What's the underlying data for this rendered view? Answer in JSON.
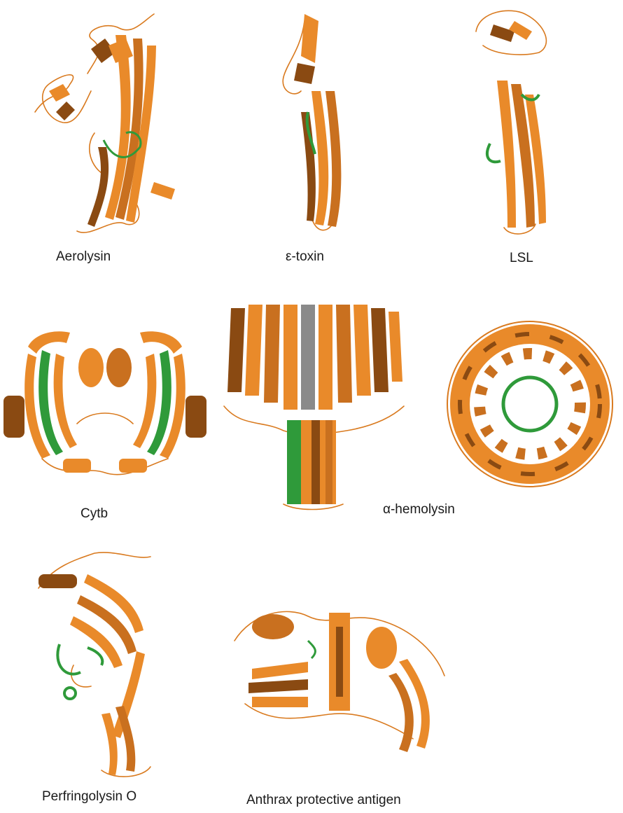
{
  "colors": {
    "strand": "#e98a2a",
    "strand_dark": "#8a4a12",
    "strand_light": "#f3b068",
    "green": "#2f9a3a",
    "grey": "#8a8a8a",
    "loop": "#d97a1f"
  },
  "structures": [
    {
      "name": "Aerolysin"
    },
    {
      "name": "ε-toxin"
    },
    {
      "name": "LSL"
    },
    {
      "name": "Cytb"
    },
    {
      "name": "α-hemolysin"
    },
    {
      "name": "Perfringolysin O"
    },
    {
      "name": "Anthrax protective antigen"
    }
  ]
}
